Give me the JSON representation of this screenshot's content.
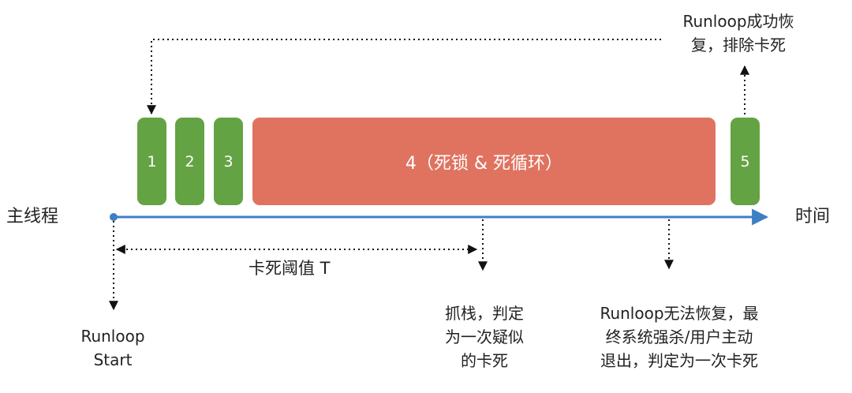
{
  "blocks": [
    {
      "label": "1",
      "color": "#64a343"
    },
    {
      "label": "2",
      "color": "#64a343"
    },
    {
      "label": "3",
      "color": "#64a343"
    },
    {
      "label": "4（死锁 & 死循环）",
      "color": "#e07360"
    },
    {
      "label": "5",
      "color": "#64a343"
    }
  ],
  "timeline": {
    "left_label": "主线程",
    "right_label": "时间",
    "color": "#3d7fc4"
  },
  "threshold_label": "卡死阈值 T",
  "annotations": {
    "runloop_start": [
      "Runloop",
      "Start"
    ],
    "capture_stack": [
      "抓栈，判定",
      "为一次疑似",
      "的卡死"
    ],
    "system_kill": [
      "Runloop无法恢复，最",
      "终系统强杀/用户主动",
      "退出，判定为一次卡死"
    ],
    "recovered": [
      "Runloop成功恢",
      "复，排除卡死"
    ]
  }
}
